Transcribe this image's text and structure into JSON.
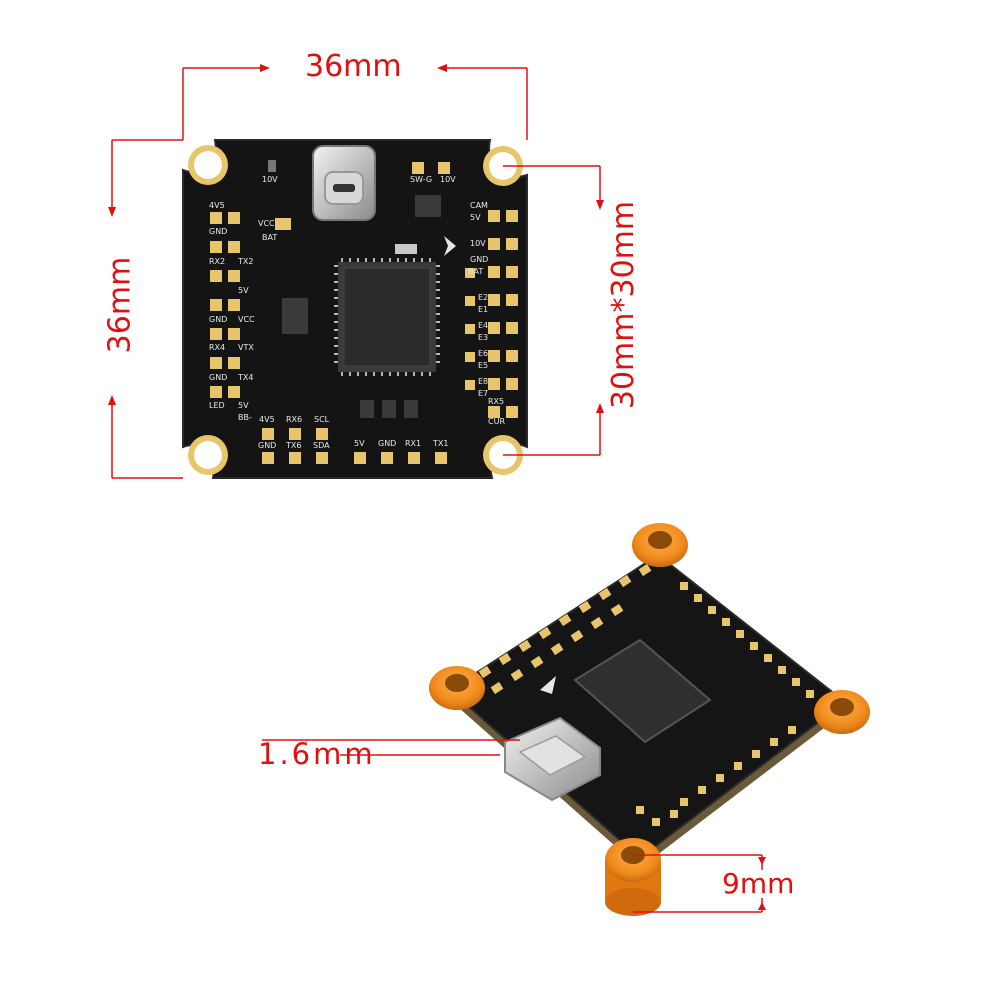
{
  "dimensions": {
    "top_width": "36mm",
    "left_height": "36mm",
    "mount_spacing": "30mm*30mm",
    "thickness": "1.6mm",
    "standoff_height": "9mm"
  },
  "silkscreen": {
    "left_labels": [
      "4V5",
      "GND",
      "RX2",
      "TX2",
      "5V",
      "GND",
      "VCC",
      "VTX",
      "RX4",
      "TX4",
      "GND",
      "5V",
      "LED",
      "BB-"
    ],
    "right_labels": [
      "CAM",
      "5V",
      "10V",
      "GND",
      "BAT",
      "E2",
      "E1",
      "E4",
      "E3",
      "E6",
      "E5",
      "E8",
      "E7",
      "RX5",
      "CUR"
    ],
    "bottom_labels": [
      "4V5",
      "GND",
      "RX6",
      "TX6",
      "SCL",
      "SDA",
      "5V",
      "GND",
      "RX1",
      "TX1"
    ],
    "top_labels": [
      "10V",
      "10V",
      "SW-G"
    ],
    "top_left_labels": [
      "VCC",
      "BAT"
    ]
  },
  "colors": {
    "annotation": "#e01010",
    "pcb": "#141414",
    "pad": "#e8c46a",
    "standoff": "#f08a1c"
  }
}
